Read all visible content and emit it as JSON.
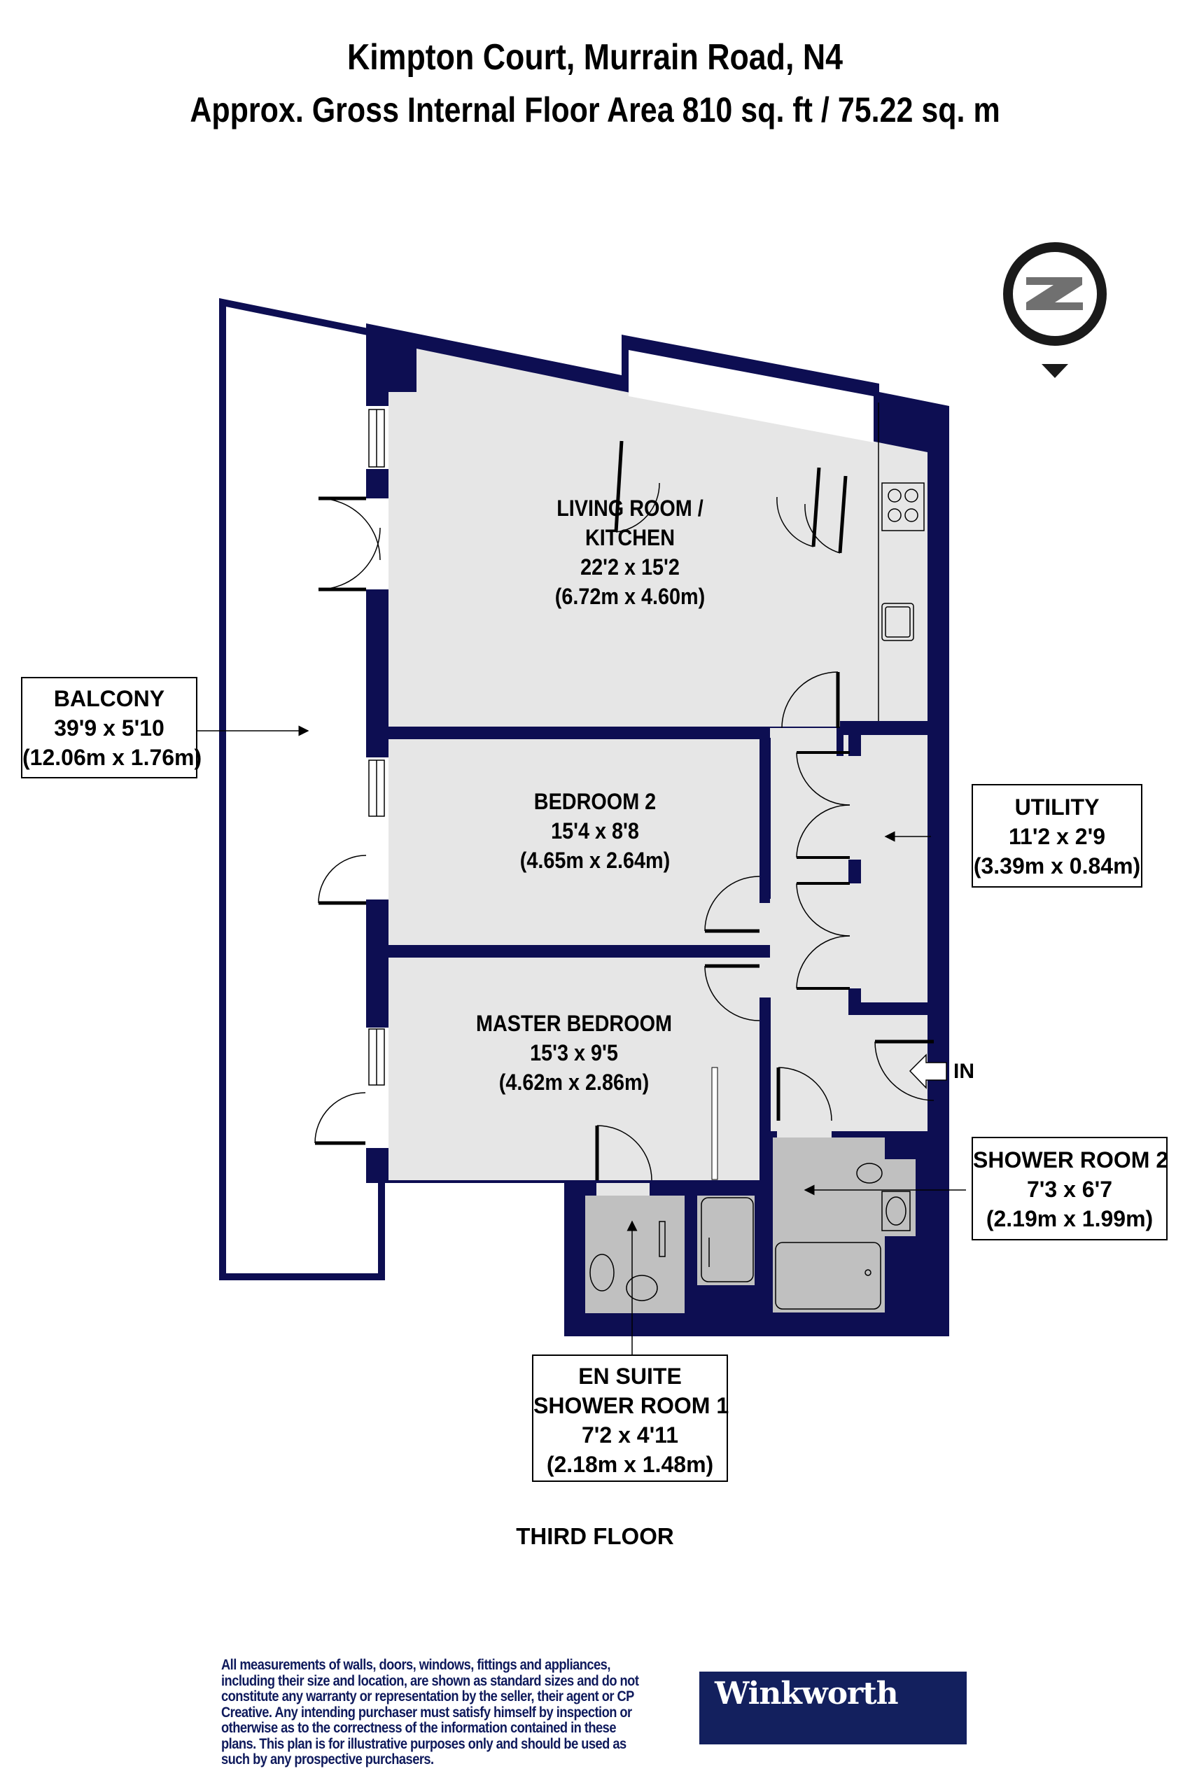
{
  "header": {
    "title": "Kimpton Court, Murrain Road, N4",
    "subtitle": "Approx. Gross Internal Floor Area 810 sq. ft / 75.22 sq. m"
  },
  "compass": {
    "letter": "N",
    "icon": "north-compass-icon",
    "orientation": "north pointing left (rotated)"
  },
  "rooms": {
    "living": {
      "name_line1": "LIVING ROOM /",
      "name_line2": "KITCHEN",
      "imperial": "22'2 x 15'2",
      "metric": "(6.72m x 4.60m)"
    },
    "bedroom2": {
      "name": "BEDROOM 2",
      "imperial": "15'4 x 8'8",
      "metric": "(4.65m x 2.64m)"
    },
    "master": {
      "name": "MASTER BEDROOM",
      "imperial": "15'3 x 9'5",
      "metric": "(4.62m x 2.86m)"
    },
    "balcony": {
      "name": "BALCONY",
      "imperial": "39'9 x 5'10",
      "metric": "(12.06m x 1.76m)"
    },
    "utility": {
      "name": "UTILITY",
      "imperial": "11'2 x 2'9",
      "metric": "(3.39m x 0.84m)"
    },
    "shower2": {
      "name": "SHOWER ROOM 2",
      "imperial": "7'3 x 6'7",
      "metric": "(2.19m x 1.99m)"
    },
    "ensuite": {
      "name_line1": "EN SUITE",
      "name_line2": "SHOWER ROOM 1",
      "imperial": "7'2 x 4'11",
      "metric": "(2.18m x 1.48m)"
    }
  },
  "entrance": {
    "label": "IN"
  },
  "floor_label": "THIRD FLOOR",
  "footer": {
    "disclaimer": "All measurements of walls, doors, windows, fittings and appliances, including their size and location, are shown as standard sizes and do not constitute any warranty or representation by the seller, their agent or CP Creative. Any intending purchaser must satisfy himself by inspection or otherwise as to the correctness of the information contained in these plans. This plan is for illustrative purposes only and should be used as such by any prospective purchasers.",
    "brand": "Winkworth"
  },
  "colors": {
    "wall": "#0d0e52",
    "floor": "#e6e6e6",
    "bathroom_floor": "#c0c0c0",
    "brand_bg": "#13205e",
    "disclaimer_text": "#0f1a5c"
  }
}
